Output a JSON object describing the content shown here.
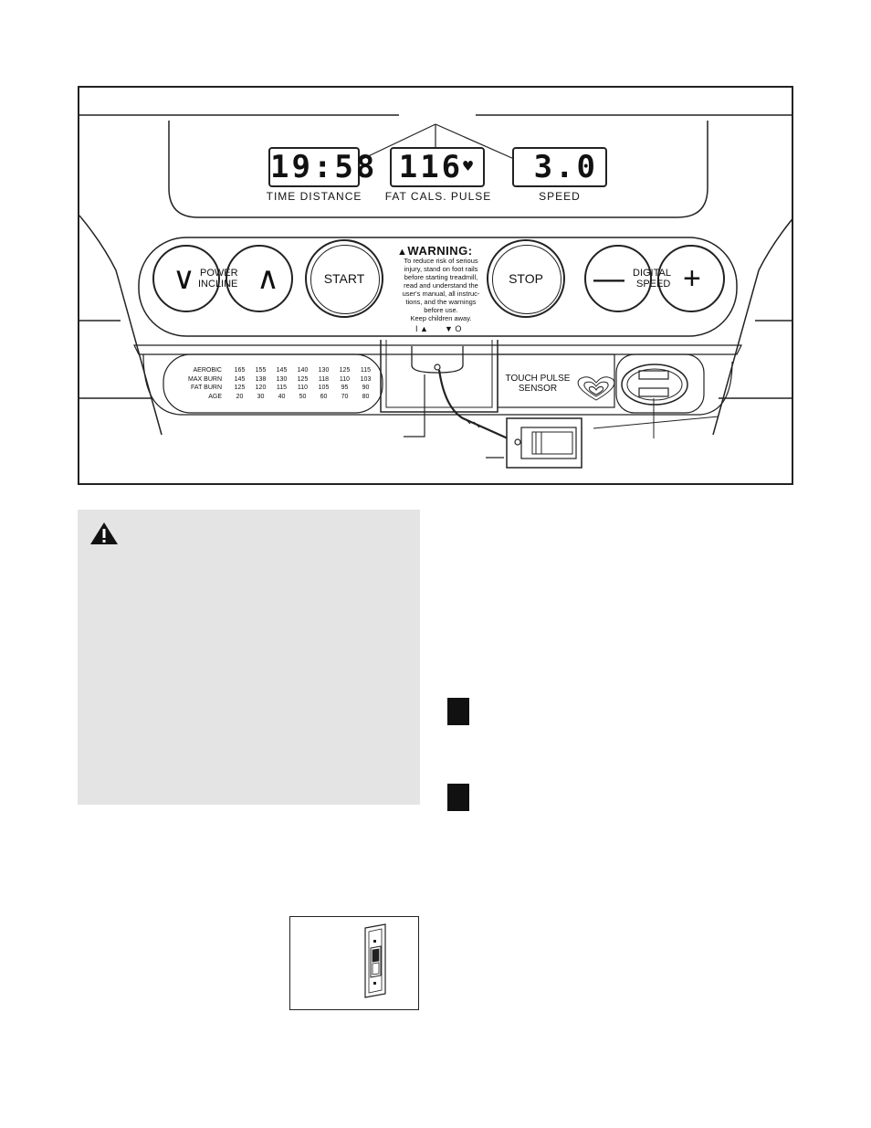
{
  "console": {
    "display": {
      "window1_value": "19:58",
      "window1_label": "TIME  DISTANCE",
      "window2_value": "116",
      "window2_label": "FAT  CALS.  PULSE",
      "window3_value": "3.0",
      "window3_label": "SPEED",
      "heart_symbol": "♥"
    },
    "buttons": {
      "incline_down": "∨",
      "incline_up": "∧",
      "incline_label_1": "POWER",
      "incline_label_2": "INCLINE",
      "start": "START",
      "stop": "STOP",
      "speed_minus": "—",
      "speed_plus": "+",
      "speed_label_1": "DIGITAL",
      "speed_label_2": "SPEED"
    },
    "warning": {
      "title": "WARNING:",
      "lines": [
        "To reduce risk of serious",
        "injury, stand on foot rails",
        "before starting treadmill,",
        "read and understand the",
        "user's manual, all instruc-",
        "tions, and the warnings",
        "before use.",
        "Keep children away."
      ]
    },
    "key_markers": {
      "left": "I ▲",
      "right": "▼ O"
    },
    "heart_rate_table": {
      "rows": [
        {
          "label": "AEROBIC",
          "values": [
            "165",
            "155",
            "145",
            "140",
            "130",
            "125",
            "115"
          ]
        },
        {
          "label": "MAX BURN",
          "values": [
            "145",
            "138",
            "130",
            "125",
            "118",
            "110",
            "103"
          ]
        },
        {
          "label": "FAT BURN",
          "values": [
            "125",
            "120",
            "115",
            "110",
            "105",
            "95",
            "90"
          ]
        },
        {
          "label": "AGE",
          "values": [
            "20",
            "30",
            "40",
            "50",
            "60",
            "70",
            "80"
          ]
        }
      ]
    },
    "pulse_sensor": {
      "line1": "TOUCH PULSE",
      "line2": "SENSOR"
    }
  }
}
